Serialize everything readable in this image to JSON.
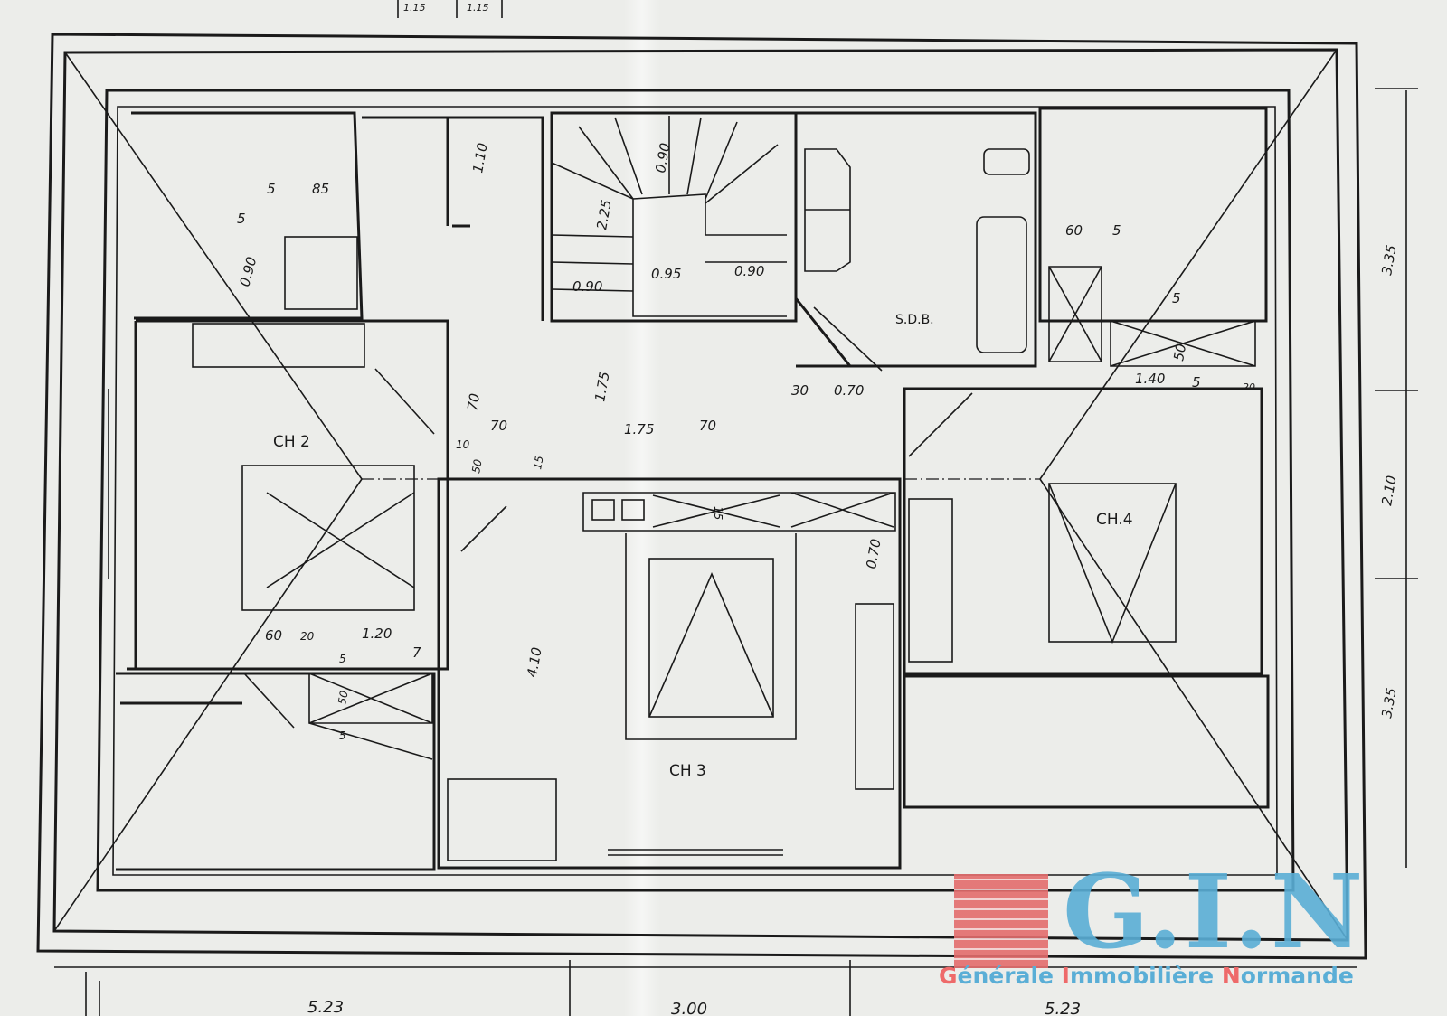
{
  "rooms": {
    "ch2": "CH 2",
    "ch3": "CH 3",
    "ch4": "CH.4",
    "sdb": "S.D.B."
  },
  "dims": {
    "top_a": "1.15",
    "top_b": "1.15",
    "d85": "85",
    "d5a": "5",
    "d5b": "5",
    "d090a": "0.90",
    "d110": "1.10",
    "d225": "2.25",
    "d090b": "0.90",
    "d090c": "0.90",
    "d095": "0.95",
    "d090d": "0.90",
    "d60a": "60",
    "d5c": "5",
    "d175a": "1.75",
    "d70a": "70",
    "d70b": "70",
    "d175b": "1.75",
    "d70c": "70",
    "d30": "30",
    "d070a": "0.70",
    "d140": "1.40",
    "d20a": "20",
    "d50a": "50",
    "d5d": "5",
    "d5e": "5",
    "d10": "10",
    "d50b": "50",
    "d15a": "15",
    "d15b": "15",
    "d070b": "0.70",
    "d410": "4.10",
    "d60b": "60",
    "d20b": "20",
    "d120": "1.20",
    "d7": "7",
    "d5f": "5",
    "d50c": "50",
    "d5g": "5",
    "r335a": "3.35",
    "r210": "2.10",
    "r335b": "3.35",
    "b523a": "5.23",
    "b300": "3.00",
    "b523b": "5.23"
  },
  "logo": {
    "name": "G.I.N",
    "sub_g": "G",
    "sub_1": "énérale ",
    "sub_i": "I",
    "sub_2": "mmobilière ",
    "sub_n": "N",
    "sub_3": "ormande"
  },
  "colors": {
    "logo_blue": "#5aaed6",
    "logo_red": "#ee6a6a"
  }
}
